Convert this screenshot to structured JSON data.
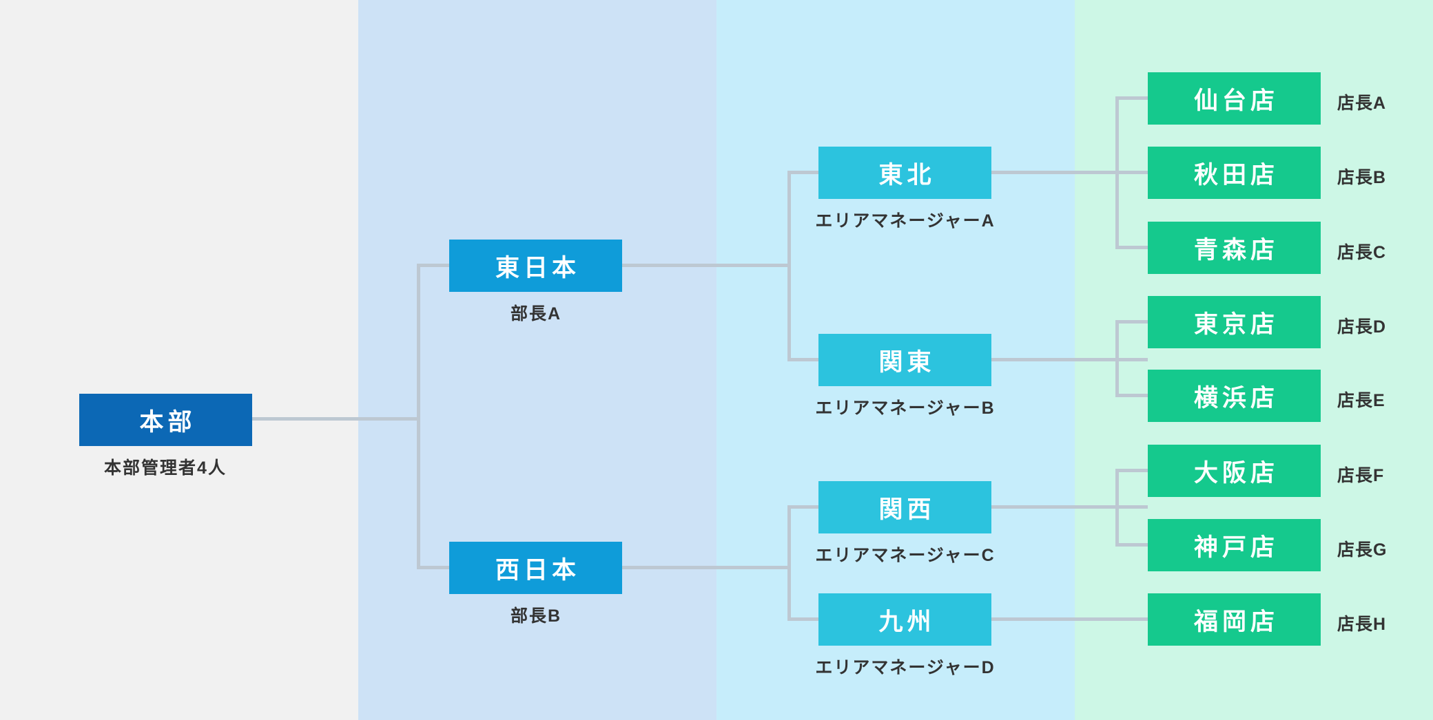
{
  "diagram": {
    "hq": {
      "label": "本部",
      "sublabel": "本部管理者4人"
    },
    "divisions": [
      {
        "label": "東日本",
        "sublabel": "部長A"
      },
      {
        "label": "西日本",
        "sublabel": "部長B"
      }
    ],
    "areas": [
      {
        "label": "東北",
        "sublabel": "エリアマネージャーA"
      },
      {
        "label": "関東",
        "sublabel": "エリアマネージャーB"
      },
      {
        "label": "関西",
        "sublabel": "エリアマネージャーC"
      },
      {
        "label": "九州",
        "sublabel": "エリアマネージャーD"
      }
    ],
    "stores": [
      {
        "label": "仙台店",
        "manager": "店長A"
      },
      {
        "label": "秋田店",
        "manager": "店長B"
      },
      {
        "label": "青森店",
        "manager": "店長C"
      },
      {
        "label": "東京店",
        "manager": "店長D"
      },
      {
        "label": "横浜店",
        "manager": "店長E"
      },
      {
        "label": "大阪店",
        "manager": "店長F"
      },
      {
        "label": "神戸店",
        "manager": "店長G"
      },
      {
        "label": "福岡店",
        "manager": "店長H"
      }
    ]
  },
  "colors": {
    "hq_box": "#0c68b5",
    "division_box": "#0f9cd9",
    "area_box": "#2cc3de",
    "store_box": "#15c98d",
    "band_gray": "#f1f1f1",
    "band_blue": "#cde2f6",
    "band_cyan": "#c6edfb",
    "band_mint": "#cdf7e6",
    "connector": "#bdc8d2",
    "label_text": "#333333",
    "box_text": "#ffffff"
  }
}
